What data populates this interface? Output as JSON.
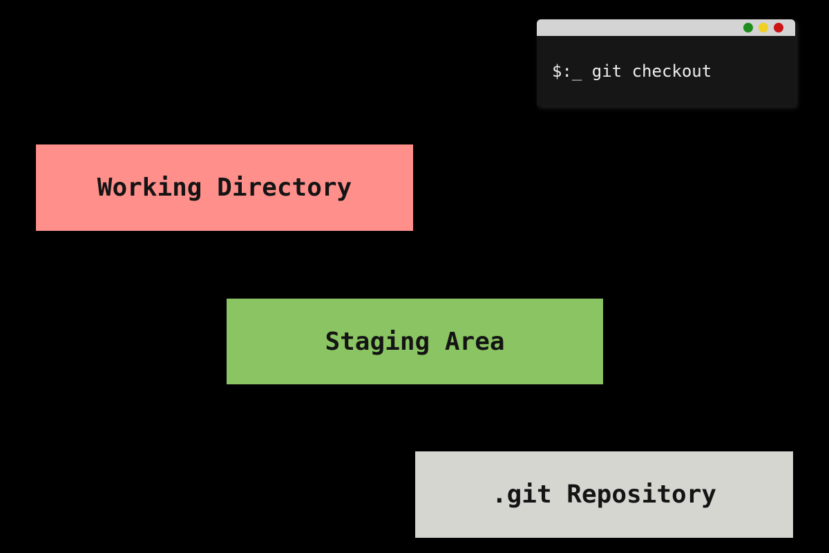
{
  "background_color": "#000000",
  "terminal": {
    "prompt": "$:_ git checkout",
    "titlebar_color": "#d4d4d4",
    "body_color": "#161616",
    "text_color": "#eeeeee",
    "window_dots": [
      {
        "name": "green",
        "color": "#1d8d1d"
      },
      {
        "name": "yellow",
        "color": "#f0d023"
      },
      {
        "name": "red",
        "color": "#cc1414"
      }
    ]
  },
  "boxes": [
    {
      "id": "working-directory",
      "label": "Working Directory",
      "color": "#ff8f8b",
      "text_color": "#141414"
    },
    {
      "id": "staging-area",
      "label": "Staging Area",
      "color": "#8bc563",
      "text_color": "#141414"
    },
    {
      "id": "git-repository",
      "label": ".git Repository",
      "color": "#d6d6d1",
      "text_color": "#141414"
    }
  ]
}
